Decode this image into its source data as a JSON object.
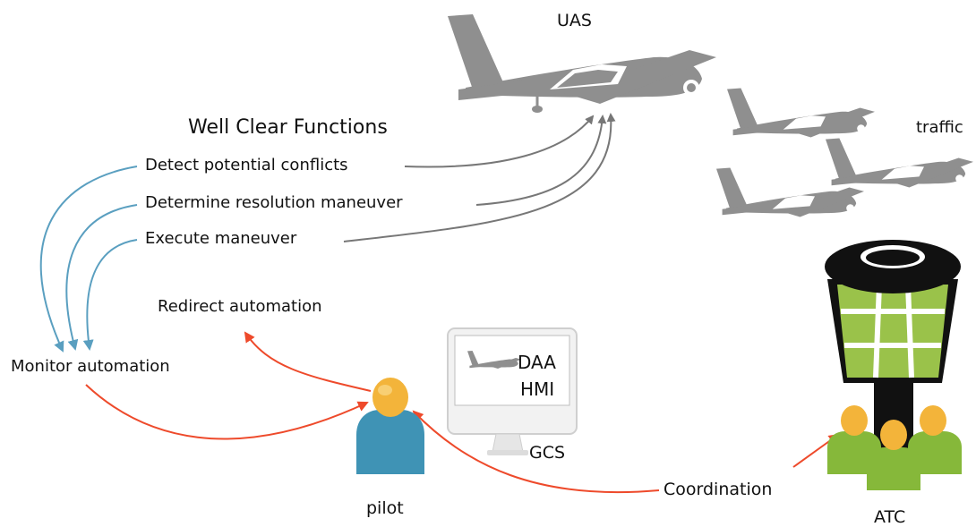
{
  "title": "Well Clear Functions",
  "functions": [
    "Detect potential conflicts",
    "Determine resolution maneuver",
    "Execute maneuver"
  ],
  "labels": {
    "uas": "UAS",
    "traffic": "traffic",
    "monitor": "Monitor automation",
    "redirect": "Redirect automation",
    "display": "DAA HMI",
    "display_line1": "DAA",
    "display_line2": "HMI",
    "gcs": "GCS",
    "pilot": "pilot",
    "coordination": "Coordination",
    "atc": "ATC"
  },
  "colors": {
    "plane": "#8f8f8f",
    "gray_arrow": "#777777",
    "blue_arrow": "#5a9fc0",
    "red_arrow": "#ee4a2b",
    "tower_green": "#9ac24a",
    "tower_dark": "#111111",
    "pilot_head": "#f3b43a",
    "pilot_body": "#3f93b5",
    "atc_body": "#86b83a"
  }
}
